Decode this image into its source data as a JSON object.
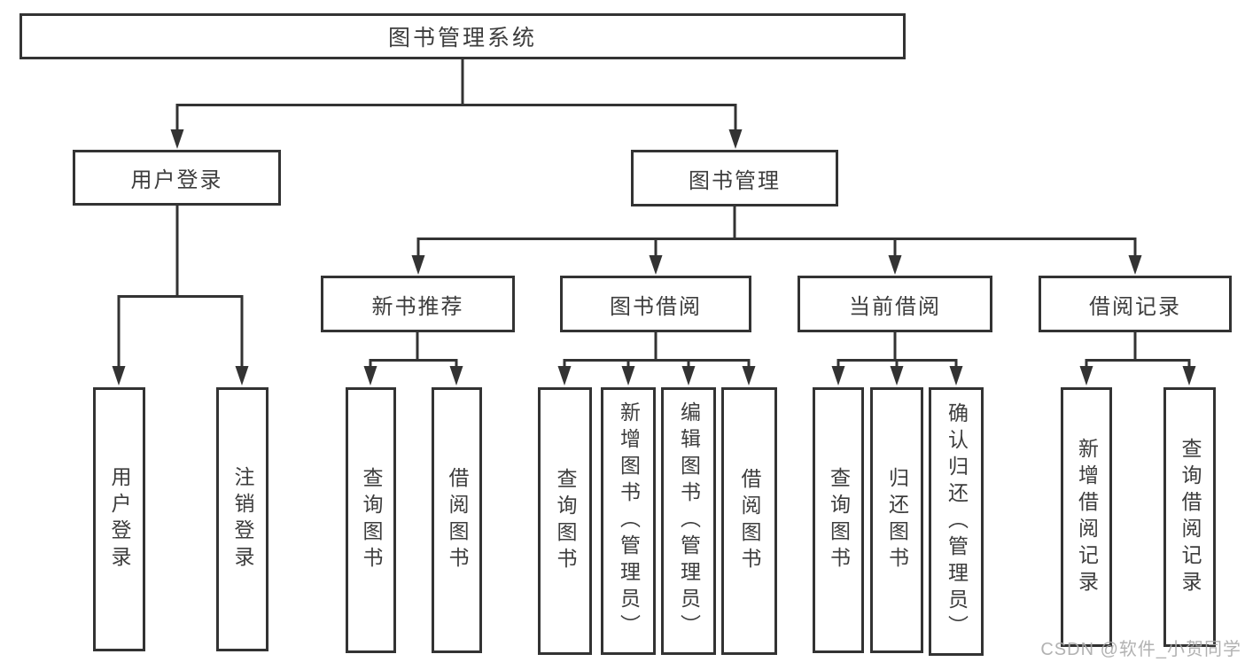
{
  "diagram": {
    "title": "图书管理系统",
    "level1": [
      {
        "label": "用户登录"
      },
      {
        "label": "图书管理"
      }
    ],
    "level2": [
      {
        "label": "新书推荐"
      },
      {
        "label": "图书借阅"
      },
      {
        "label": "当前借阅"
      },
      {
        "label": "借阅记录"
      }
    ],
    "leaves_user_login": [
      {
        "label": "用户登录"
      },
      {
        "label": "注销登录"
      }
    ],
    "leaves_new_book": [
      {
        "label": "查询图书"
      },
      {
        "label": "借阅图书"
      }
    ],
    "leaves_book_borrow": [
      {
        "label": "查询图书"
      },
      {
        "label": "新增图书（管理员）"
      },
      {
        "label": "编辑图书（管理员）"
      },
      {
        "label": "借阅图书"
      }
    ],
    "leaves_current_borrow": [
      {
        "label": "查询图书"
      },
      {
        "label": "归还图书"
      },
      {
        "label": "确认归还（管理员）"
      }
    ],
    "leaves_borrow_record": [
      {
        "label": "新增借阅记录"
      },
      {
        "label": "查询借阅记录"
      }
    ]
  },
  "colors": {
    "line": "#333333",
    "box_border": "#333333",
    "box_fill": "#ffffff",
    "text": "#3d3d3d",
    "watermark": "#aaaaaa",
    "background": "#ffffff"
  },
  "watermark": {
    "text": "CSDN @软件_小贺同学"
  }
}
